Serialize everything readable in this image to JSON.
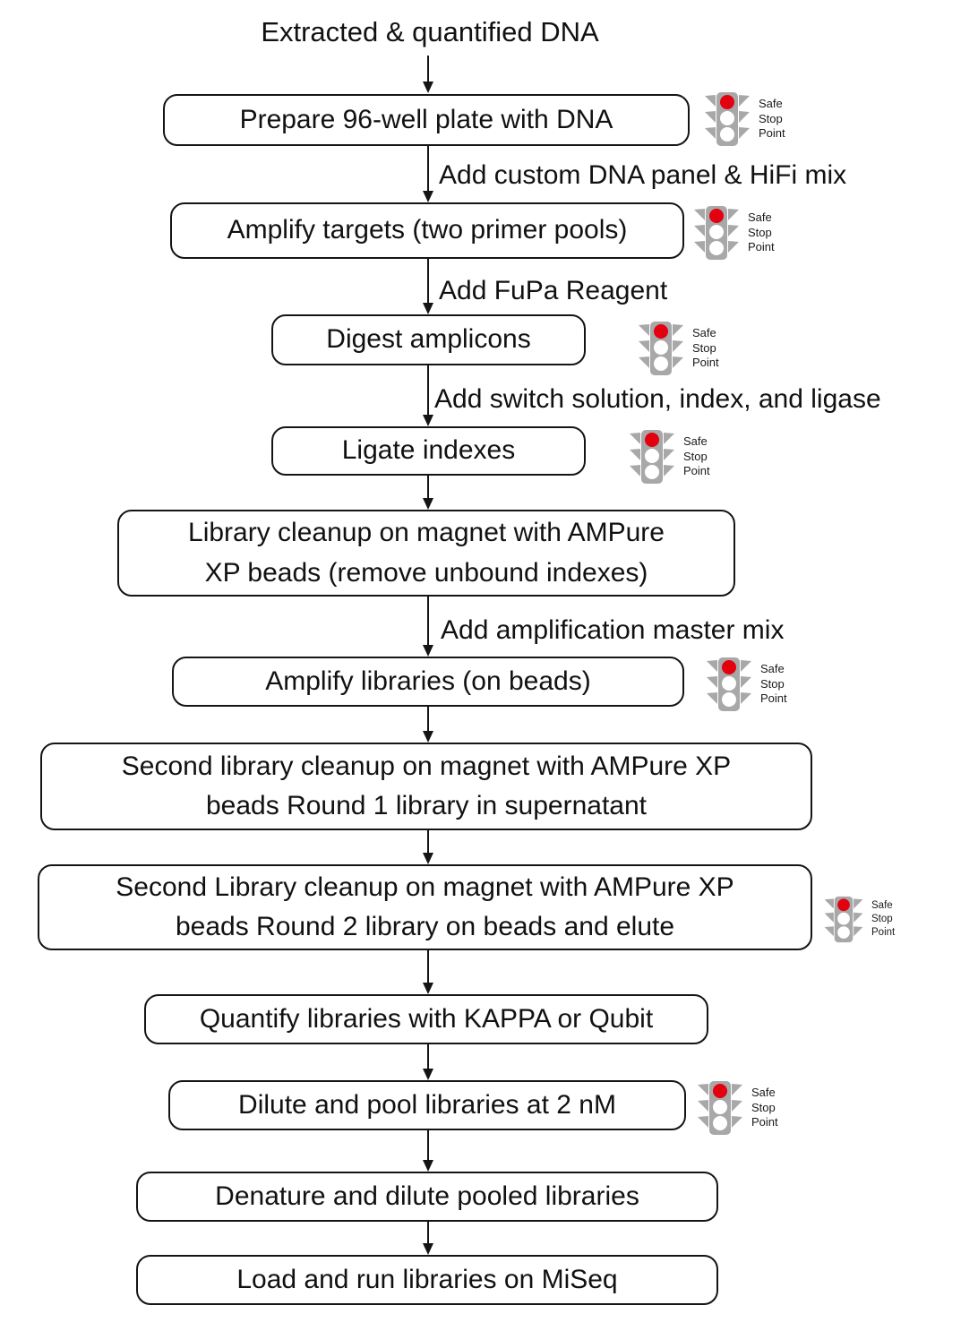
{
  "title": "Extracted & quantified DNA",
  "icons": {
    "safe_stop": "traffic-light-icon"
  },
  "colors": {
    "light_red": "#e3000f",
    "light_gray": "#a8a8a8",
    "light_off": "#ffffff"
  },
  "safe_stop": {
    "line1": "Safe",
    "line2": "Stop",
    "line3": "Point"
  },
  "nodes": [
    {
      "lines": [
        "Prepare 96-well plate with DNA"
      ]
    },
    {
      "lines": [
        "Amplify targets (two primer pools)"
      ]
    },
    {
      "lines": [
        "Digest amplicons"
      ]
    },
    {
      "lines": [
        "Ligate indexes"
      ]
    },
    {
      "lines": [
        "Library cleanup on magnet with AMPure",
        "XP beads (remove unbound indexes)"
      ]
    },
    {
      "lines": [
        "Amplify libraries (on beads)"
      ]
    },
    {
      "lines": [
        "Second library cleanup on magnet with AMPure XP",
        "beads Round 1 library in supernatant"
      ]
    },
    {
      "lines": [
        "Second Library cleanup on magnet with AMPure XP",
        "beads Round 2 library on beads and elute"
      ]
    },
    {
      "lines": [
        "Quantify libraries with KAPPA or Qubit"
      ]
    },
    {
      "lines": [
        "Dilute and pool libraries at 2 nM"
      ]
    },
    {
      "lines": [
        "Denature and dilute pooled libraries"
      ]
    },
    {
      "lines": [
        "Load and run libraries on MiSeq"
      ]
    }
  ],
  "edge_labels": [
    "Add custom DNA panel & HiFi mix",
    "Add FuPa Reagent",
    "Add switch solution, index, and ligase",
    "Add amplification master mix"
  ]
}
